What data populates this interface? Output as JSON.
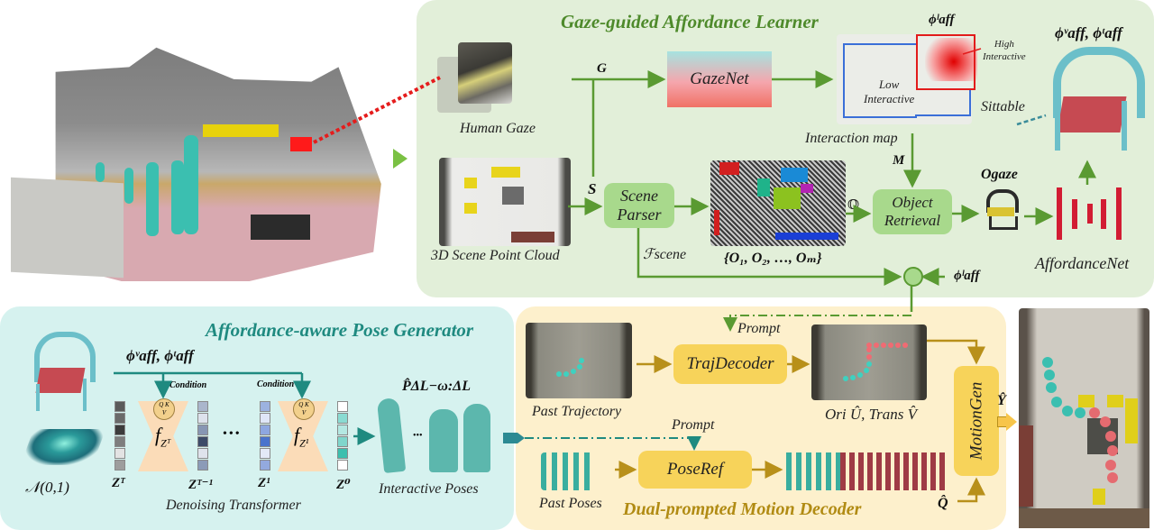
{
  "figure": {
    "scene_image": "3d-room-scene-with-walking-humans",
    "gaze_panel": {
      "title": "Gaze-guided  Affordance Learner",
      "human_gaze_label": "Human Gaze",
      "gaze_symbol": "G",
      "gazenet_label": "GazeNet",
      "interaction_map_label": "Interaction map",
      "map_symbol": "M",
      "phi_l_label": "ϕˡaff",
      "high_interactive_label": [
        "High",
        "Interactive"
      ],
      "low_interactive_label": [
        "Low",
        "Interactive"
      ],
      "phi_vt_label": "ϕᵛaff, ϕᵗaff",
      "sittable_label": "Sittable",
      "scene_symbol": "S",
      "scene_cloud_label": "3D Scene Point Cloud",
      "scene_parser_label": [
        "Scene",
        "Parser"
      ],
      "f_scene_label": "ℱscene",
      "objects_label": "{O₁, O₂, …, Oₘ}",
      "objset_symbol": "𝕆",
      "object_retrieval_label": [
        "Object",
        "Retrieval"
      ],
      "o_gaze_label": "Ogaze",
      "affordancenet_label": "AffordanceNet",
      "phi_l_sum_label": "ϕˡaff"
    },
    "pose_panel": {
      "title": "Affordance-aware Pose Generator",
      "phi_vt_label": "ϕᵛaff, ϕᵗaff",
      "condition_labels": [
        "Condition",
        "Condition"
      ],
      "qkv_label": [
        "Q K",
        "V"
      ],
      "f_labels": [
        "f",
        "f"
      ],
      "f_sub_labels": [
        "Zᵀ",
        "Z¹"
      ],
      "noise_label": "𝒩(0,1)",
      "z_labels": [
        "Zᵀ",
        "Zᵀ⁻¹",
        "Z¹",
        "Z⁰"
      ],
      "ellipsis": "•••",
      "denoising_label": "Denoising Transformer",
      "p_hat_label": "P̂ΔL−ω:ΔL",
      "interactive_poses_label": "Interactive Poses",
      "z_colors": {
        "zt": [
          "#5a5a5a",
          "#6a6a6a",
          "#3c3c3c",
          "#7e7e7e",
          "#e3e3e3",
          "#9d9d9d"
        ],
        "zt1": [
          "#aab6cc",
          "#dde2ec",
          "#8796b3",
          "#3d4b68",
          "#dfe3ec",
          "#8b9bb8"
        ],
        "z1": [
          "#9cb2e0",
          "#dfe6f7",
          "#8ea7e0",
          "#4a73cc",
          "#e3e9f7",
          "#93a9de"
        ],
        "z0": [
          "#ffffff",
          "#8adbd2",
          "#b4e8e2",
          "#7fd6cc",
          "#3cbfae",
          "#ffffff"
        ]
      }
    },
    "motion_panel": {
      "title": "Dual-prompted Motion Decoder",
      "past_trajectory_label": "Past Trajectory",
      "prompt_label_top": "Prompt",
      "trajdecoder_label": "TrajDecoder",
      "ori_trans_label": "Ori Û, Trans V̂",
      "prompt_label_bottom": "Prompt",
      "past_poses_label": "Past Poses",
      "poseref_label": "PoseRef",
      "motiongen_label": "MotionGen",
      "q_hat_label": "Q̂",
      "y_hat_label": "Ŷ"
    },
    "colors": {
      "green_arrow": "#5a9a32",
      "teal_arrow": "#1f8a80",
      "gold_arrow": "#b8901a",
      "red_dots": "#e51c1c",
      "affordancenet_bars": "#d21c33",
      "blue_box": "#3a6fd8",
      "red_box": "#e21b1b"
    }
  }
}
